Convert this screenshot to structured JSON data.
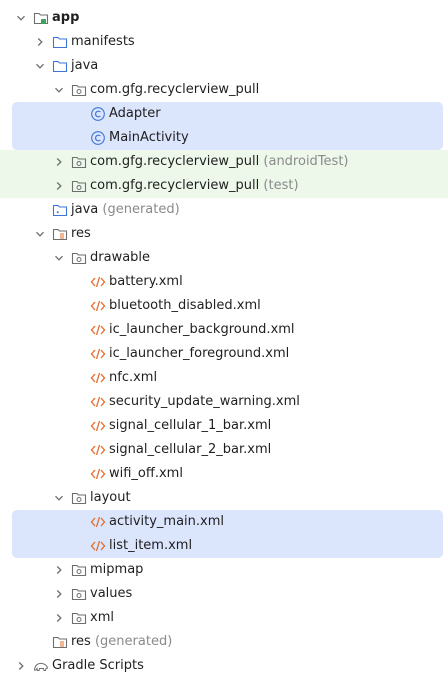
{
  "tree": {
    "app": "app",
    "manifests": "manifests",
    "java": "java",
    "pkg_main": "com.gfg.recyclerview_pull",
    "adapter": "Adapter",
    "main_activity": "MainActivity",
    "pkg_android_test": "com.gfg.recyclerview_pull",
    "android_test_suffix": "(androidTest)",
    "pkg_test": "com.gfg.recyclerview_pull",
    "test_suffix": "(test)",
    "java_generated": "java",
    "generated_suffix": "(generated)",
    "res": "res",
    "drawable": "drawable",
    "drawable_files": [
      "battery.xml",
      "bluetooth_disabled.xml",
      "ic_launcher_background.xml",
      "ic_launcher_foreground.xml",
      "nfc.xml",
      "security_update_warning.xml",
      "signal_cellular_1_bar.xml",
      "signal_cellular_2_bar.xml",
      "wifi_off.xml"
    ],
    "layout": "layout",
    "layout_files": [
      "activity_main.xml",
      "list_item.xml"
    ],
    "mipmap": "mipmap",
    "values": "values",
    "xml": "xml",
    "res_generated": "res",
    "res_generated_suffix": "(generated)",
    "gradle_scripts": "Gradle Scripts"
  },
  "colors": {
    "selection": "#dbe5fc",
    "test_highlight": "#edf8ea",
    "xml_icon": "#e06c2d",
    "class_icon": "#3d74d6",
    "folder_icon": "#6e6e6e",
    "source_folder_icon": "#3d74d6",
    "module_icon": "#3aa55d"
  }
}
